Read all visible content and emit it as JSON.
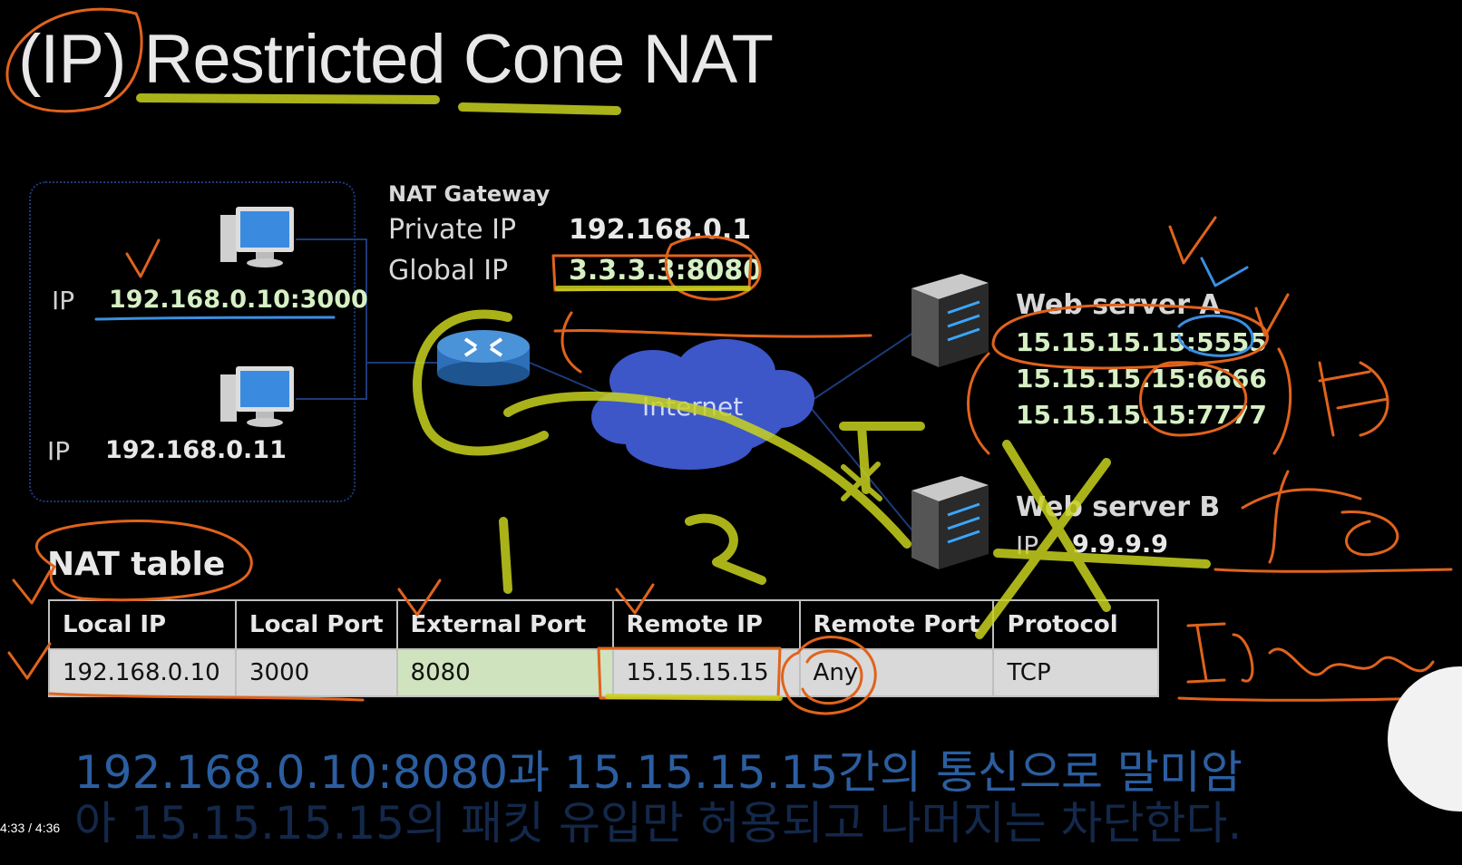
{
  "slide": {
    "title": "(IP) Restricted Cone NAT",
    "gateway": {
      "heading": "NAT Gateway",
      "private_label": "Private IP",
      "private_value": "192.168.0.1",
      "global_label": "Global IP",
      "global_value": "3.3.3.3:8080"
    },
    "hosts": [
      {
        "label": "IP",
        "value": "192.168.0.10:3000"
      },
      {
        "label": "IP",
        "value": "192.168.0.11"
      }
    ],
    "internet_label": "Internet",
    "server_a": {
      "name": "Web server A",
      "ips": [
        "15.15.15.15:5555",
        "15.15.15.15:6666",
        "15.15.15.15:7777"
      ]
    },
    "server_b": {
      "name": "Web server B",
      "label": "IP",
      "value": "9.9.9.9"
    },
    "nat_table": {
      "title": "NAT table",
      "headers": [
        "Local IP",
        "Local Port",
        "External Port",
        "Remote IP",
        "Remote Port",
        "Protocol"
      ],
      "row": [
        "192.168.0.10",
        "3000",
        "8080",
        "15.15.15.15",
        "Any",
        "TCP"
      ]
    }
  },
  "subtitles": [
    "192.168.0.10:8080과 15.15.15.15간의 통신으로 말미암",
    "아 15.15.15.15의 패킷 유입만 허용되고 나머지는 차단한다."
  ],
  "player": {
    "time": "4:33 / 4:36"
  },
  "colors": {
    "background": "#000000",
    "annotation_orange": "#e0631c",
    "annotation_yellow": "#c8d21e",
    "annotation_blue": "#3a8fe0",
    "subtitle_blue": "#2b5ea0",
    "cloud_blue": "#3d56c8",
    "server_ip_green": "#d6f0c4"
  },
  "icons": [
    "computer-icon",
    "router-icon",
    "cloud-icon",
    "server-icon"
  ]
}
